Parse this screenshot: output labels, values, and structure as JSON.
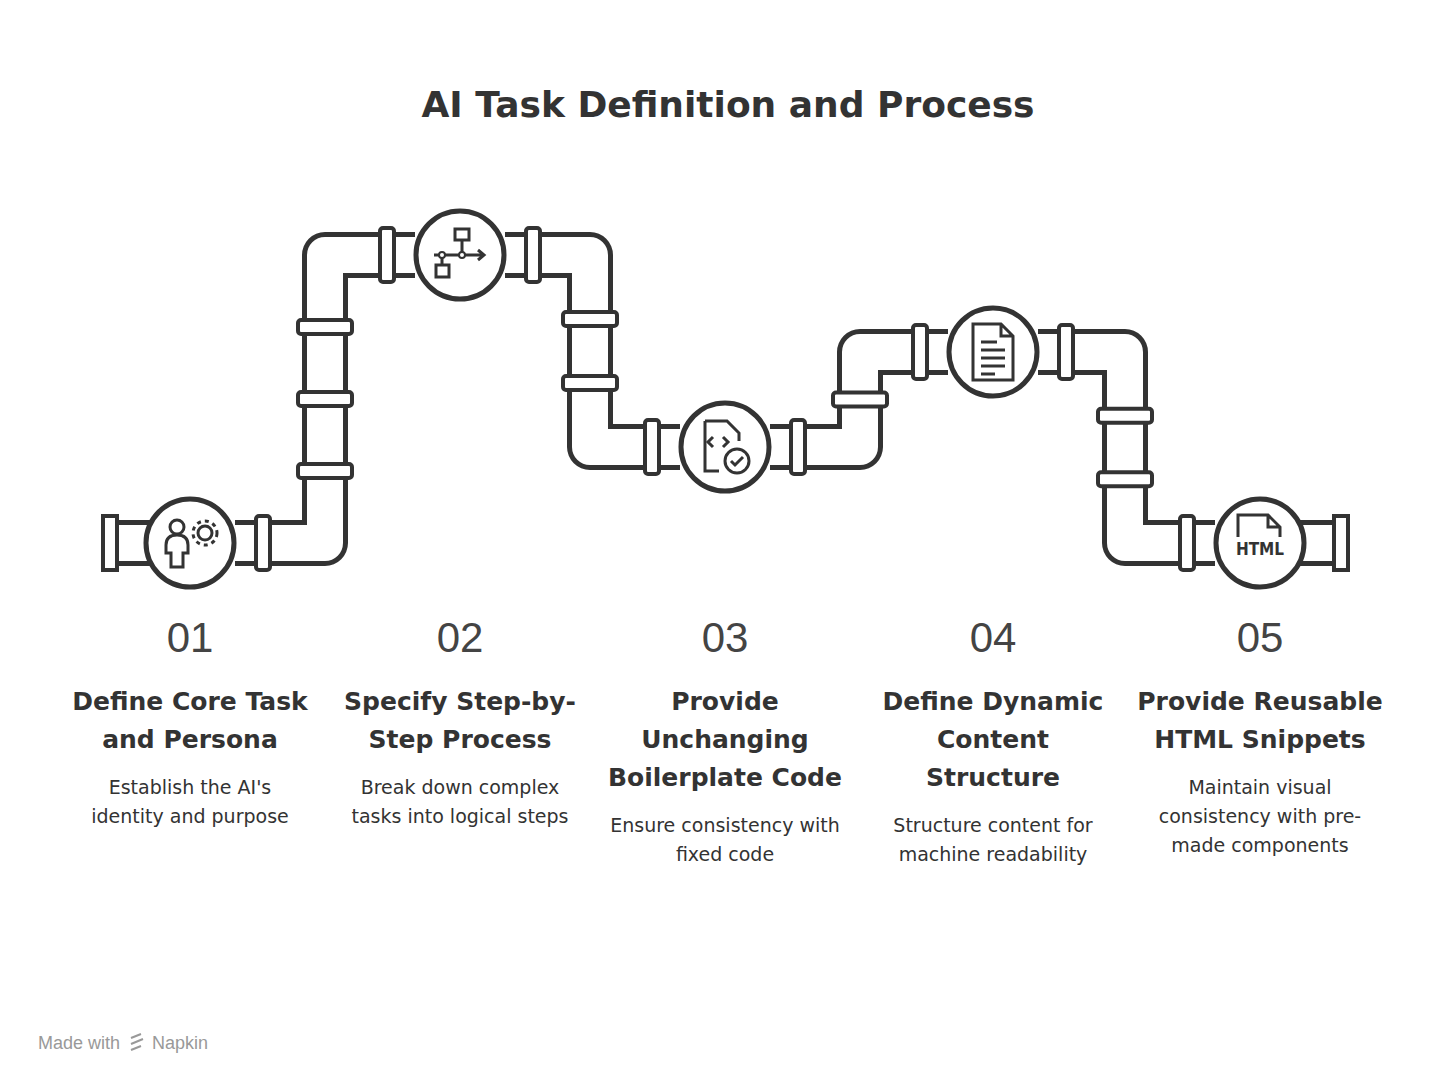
{
  "diagram": {
    "title": "AI Task Definition and Process",
    "nodes": [
      {
        "text": [
          "01",
          "Define Core Task and Persona",
          "Establish the AI's identity and purpose"
        ]
      },
      {
        "text": [
          "02",
          "Specify Step-by-Step Process",
          "Break down complex tasks into logical steps"
        ]
      },
      {
        "text": [
          "03",
          "Provide Unchanging Boilerplate Code",
          "Ensure consistency with fixed code"
        ]
      },
      {
        "text": [
          "04",
          "Define Dynamic Content Structure",
          "Structure content for machine readability"
        ]
      },
      {
        "text": [
          "05",
          "Provide Reusable HTML Snippets",
          "Maintain visual consistency with pre-made components"
        ]
      }
    ],
    "edges": [
      {
        "from": 0,
        "to": 1,
        "arrow": "none"
      },
      {
        "from": 1,
        "to": 2,
        "arrow": "none"
      },
      {
        "from": 2,
        "to": 3,
        "arrow": "none"
      },
      {
        "from": 3,
        "to": 4,
        "arrow": "none"
      }
    ],
    "labels": [
      "HTML",
      "Made with",
      "Napkin"
    ]
  }
}
